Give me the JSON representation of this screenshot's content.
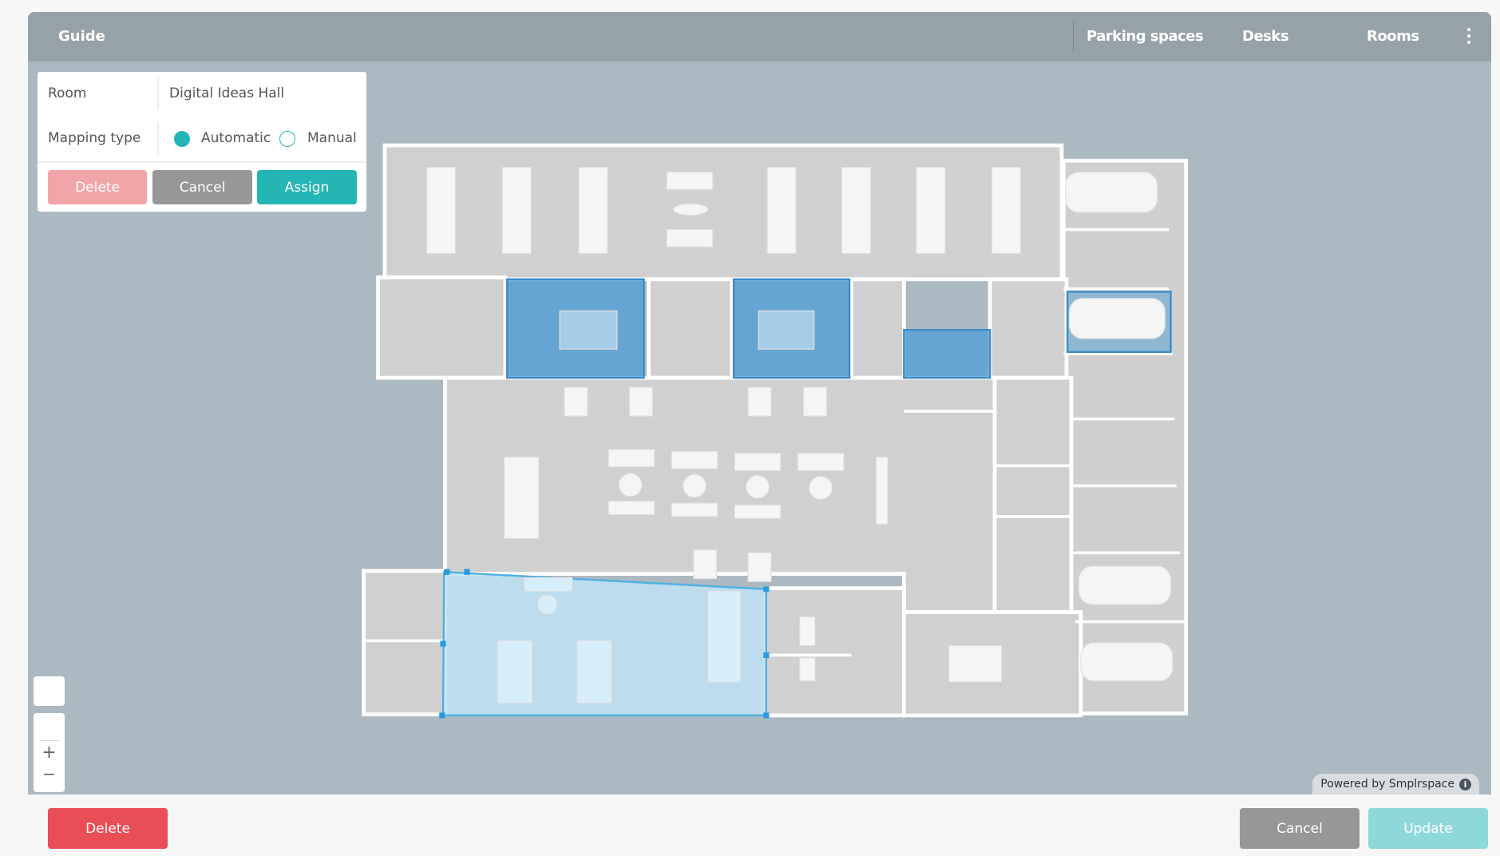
{
  "header": {
    "title": "Guide",
    "tabs": [
      {
        "label": "Parking spaces"
      },
      {
        "label": "Desks"
      },
      {
        "label": "Rooms"
      }
    ],
    "menu_icon": "more-vertical-icon"
  },
  "panel": {
    "room_label": "Room",
    "room_value": "Digital Ideas Hall",
    "mapping_label": "Mapping type",
    "mapping_options": [
      {
        "label": "Automatic",
        "selected": true
      },
      {
        "label": "Manual",
        "selected": false
      }
    ],
    "delete_label": "Delete",
    "cancel_label": "Cancel",
    "assign_label": "Assign"
  },
  "map": {
    "controls": [
      "tag-icon",
      "locate-icon",
      "zoom-in-icon",
      "zoom-out-icon"
    ],
    "zoom_in": "+",
    "zoom_out": "−",
    "attribution": "Powered by Smplrspace",
    "info_glyph": "i",
    "highlight_color": "#4f9fd6"
  },
  "footer": {
    "delete_label": "Delete",
    "cancel_label": "Cancel",
    "update_label": "Update"
  },
  "colors": {
    "accent": "#26b5b5",
    "danger": "#e94d55",
    "danger_light": "#f2a5a8",
    "neutral": "#979797",
    "accent_light": "#8fd8d8"
  }
}
